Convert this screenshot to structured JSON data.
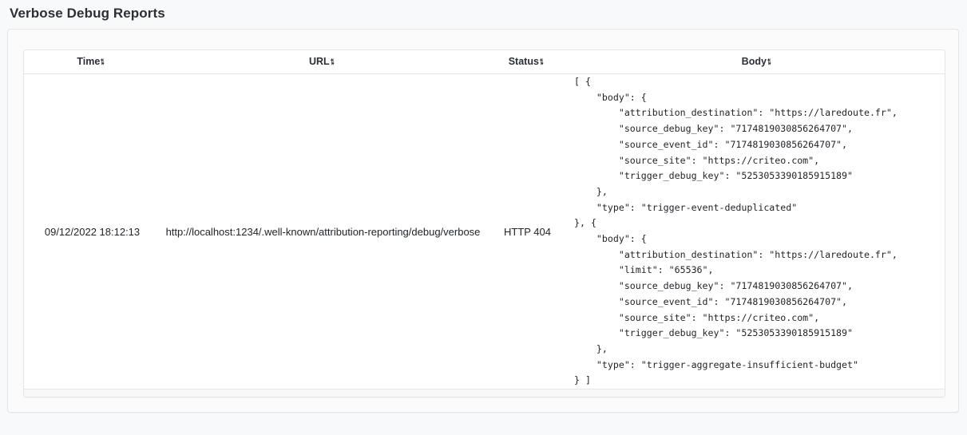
{
  "page": {
    "title": "Verbose Debug Reports"
  },
  "table": {
    "sort_icon": "⇅",
    "columns": [
      {
        "key": "time",
        "label": "Time"
      },
      {
        "key": "url",
        "label": "URL"
      },
      {
        "key": "status",
        "label": "Status"
      },
      {
        "key": "body",
        "label": "Body"
      }
    ],
    "rows": [
      {
        "time": "09/12/2022 18:12:13",
        "url": "http://localhost:1234/.well-known/attribution-reporting/debug/verbose",
        "status": "HTTP 404",
        "body": "[ {\n    \"body\": {\n        \"attribution_destination\": \"https://laredoute.fr\",\n        \"source_debug_key\": \"7174819030856264707\",\n        \"source_event_id\": \"7174819030856264707\",\n        \"source_site\": \"https://criteo.com\",\n        \"trigger_debug_key\": \"5253053390185915189\"\n    },\n    \"type\": \"trigger-event-deduplicated\"\n}, {\n    \"body\": {\n        \"attribution_destination\": \"https://laredoute.fr\",\n        \"limit\": \"65536\",\n        \"source_debug_key\": \"7174819030856264707\",\n        \"source_event_id\": \"7174819030856264707\",\n        \"source_site\": \"https://criteo.com\",\n        \"trigger_debug_key\": \"5253053390185915189\"\n    },\n    \"type\": \"trigger-aggregate-insufficient-budget\"\n} ]"
      }
    ]
  },
  "colors": {
    "page_background": "#f8f9fa",
    "card_background": "#fbfbfc",
    "table_background": "#ffffff",
    "border": "#e3e5e8",
    "text": "#212529",
    "heading": "#2b2f36",
    "footer_background": "#f7f8f9"
  }
}
